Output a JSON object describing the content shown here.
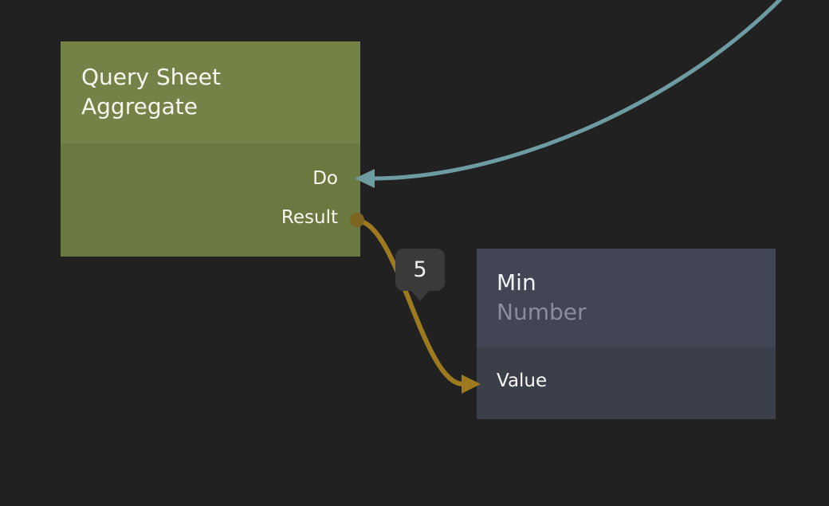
{
  "canvas": {
    "background_color": "#212122"
  },
  "nodes": {
    "query_sheet_aggregate": {
      "title": "Query Sheet Aggregate",
      "header_color": "#748247",
      "body_color": "#6B7941",
      "ports": {
        "do": "Do",
        "result": "Result"
      }
    },
    "min": {
      "title": "Min",
      "subtitle": "Number",
      "header_color": "#414554",
      "body_color": "#3B3F4A",
      "ports": {
        "value": "Value"
      }
    }
  },
  "edges": {
    "exec_edge": {
      "color": "#6D9DA3",
      "from": "offscreen-top-right",
      "to": "Query Sheet Aggregate.Do"
    },
    "data_edge": {
      "color": "#9E7A1E",
      "dot_color": "#7E6522",
      "from": "Query Sheet Aggregate.Result",
      "to": "Min.Value",
      "value_badge": "5"
    }
  },
  "badge": {
    "background_color": "#3A3A3A"
  }
}
